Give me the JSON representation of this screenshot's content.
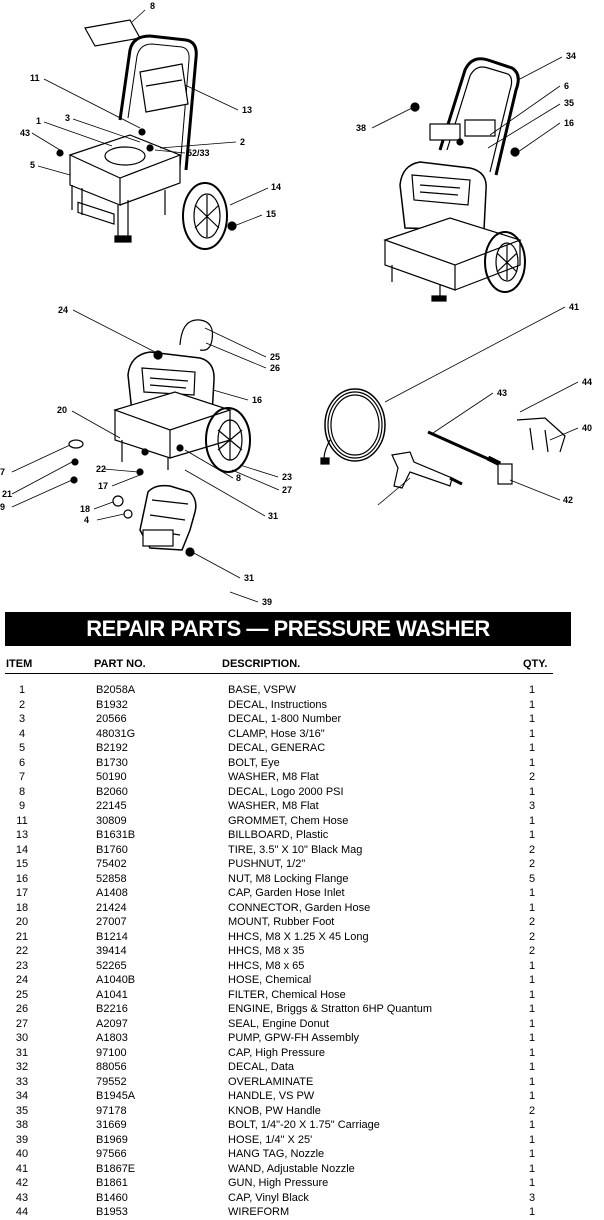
{
  "diagram": {
    "callouts": [
      "8",
      "11",
      "3",
      "1",
      "43",
      "5",
      "13",
      "2",
      "52/33",
      "14",
      "15",
      "34",
      "38",
      "6",
      "35",
      "16",
      "24",
      "25",
      "26",
      "16",
      "20",
      "7",
      "21",
      "9",
      "22",
      "17",
      "18",
      "4",
      "8",
      "23",
      "27",
      "31",
      "31",
      "39",
      "41",
      "43",
      "44",
      "40",
      "42"
    ]
  },
  "banner": {
    "title": "REPAIR PARTS — PRESSURE WASHER"
  },
  "table": {
    "headers": {
      "item": "ITEM",
      "part": "PART NO.",
      "desc": "DESCRIPTION.",
      "qty": "QTY."
    },
    "rows": [
      {
        "item": "1",
        "part": "B2058A",
        "desc": "BASE, VSPW",
        "qty": "1"
      },
      {
        "item": "2",
        "part": "B1932",
        "desc": "DECAL, Instructions",
        "qty": "1"
      },
      {
        "item": "3",
        "part": "20566",
        "desc": "DECAL, 1-800 Number",
        "qty": "1"
      },
      {
        "item": "4",
        "part": "48031G",
        "desc": "CLAMP, Hose 3/16\"",
        "qty": "1"
      },
      {
        "item": "5",
        "part": "B2192",
        "desc": "DECAL, GENERAC",
        "qty": "1"
      },
      {
        "item": "6",
        "part": "B1730",
        "desc": "BOLT, Eye",
        "qty": "1"
      },
      {
        "item": "7",
        "part": "50190",
        "desc": "WASHER, M8 Flat",
        "qty": "2"
      },
      {
        "item": "8",
        "part": "B2060",
        "desc": "DECAL, Logo 2000 PSI",
        "qty": "1"
      },
      {
        "item": "9",
        "part": "22145",
        "desc": "WASHER, M8 Flat",
        "qty": "3"
      },
      {
        "item": "11",
        "part": "30809",
        "desc": "GROMMET, Chem Hose",
        "qty": "1"
      },
      {
        "item": "13",
        "part": "B1631B",
        "desc": "BILLBOARD, Plastic",
        "qty": "1"
      },
      {
        "item": "14",
        "part": "B1760",
        "desc": "TIRE, 3.5\" X 10\" Black Mag",
        "qty": "2"
      },
      {
        "item": "15",
        "part": "75402",
        "desc": "PUSHNUT, 1/2\"",
        "qty": "2"
      },
      {
        "item": "16",
        "part": "52858",
        "desc": "NUT, M8 Locking Flange",
        "qty": "5"
      },
      {
        "item": "17",
        "part": "A1408",
        "desc": "CAP, Garden Hose Inlet",
        "qty": "1"
      },
      {
        "item": "18",
        "part": "21424",
        "desc": "CONNECTOR, Garden Hose",
        "qty": "1"
      },
      {
        "item": "20",
        "part": "27007",
        "desc": "MOUNT, Rubber Foot",
        "qty": "2"
      },
      {
        "item": "21",
        "part": "B1214",
        "desc": "HHCS, M8 X 1.25 X 45 Long",
        "qty": "2"
      },
      {
        "item": "22",
        "part": "39414",
        "desc": "HHCS, M8 x 35",
        "qty": "2"
      },
      {
        "item": "23",
        "part": "52265",
        "desc": "HHCS, M8 x 65",
        "qty": "1"
      },
      {
        "item": "24",
        "part": "A1040B",
        "desc": "HOSE, Chemical",
        "qty": "1"
      },
      {
        "item": "25",
        "part": "A1041",
        "desc": "FILTER, Chemical Hose",
        "qty": "1"
      },
      {
        "item": "26",
        "part": "B2216",
        "desc": "ENGINE, Briggs & Stratton 6HP Quantum",
        "qty": "1"
      },
      {
        "item": "27",
        "part": "A2097",
        "desc": "SEAL, Engine Donut",
        "qty": "1"
      },
      {
        "item": "30",
        "part": "A1803",
        "desc": "PUMP, GPW-FH Assembly",
        "qty": "1"
      },
      {
        "item": "31",
        "part": "97100",
        "desc": "CAP, High Pressure",
        "qty": "1"
      },
      {
        "item": "32",
        "part": "88056",
        "desc": "DECAL, Data",
        "qty": "1"
      },
      {
        "item": "33",
        "part": "79552",
        "desc": "OVERLAMINATE",
        "qty": "1"
      },
      {
        "item": "34",
        "part": "B1945A",
        "desc": "HANDLE, VS PW",
        "qty": "1"
      },
      {
        "item": "35",
        "part": "97178",
        "desc": "KNOB, PW Handle",
        "qty": "2"
      },
      {
        "item": "38",
        "part": "31669",
        "desc": "BOLT, 1/4\"-20 X 1.75\" Carriage",
        "qty": "1"
      },
      {
        "item": "39",
        "part": "B1969",
        "desc": "HOSE, 1/4\" X 25'",
        "qty": "1"
      },
      {
        "item": "40",
        "part": "97566",
        "desc": "HANG TAG, Nozzle",
        "qty": "1"
      },
      {
        "item": "41",
        "part": "B1867E",
        "desc": "WAND, Adjustable Nozzle",
        "qty": "1"
      },
      {
        "item": "42",
        "part": "B1861",
        "desc": "GUN, High Pressure",
        "qty": "1"
      },
      {
        "item": "43",
        "part": "B1460",
        "desc": "CAP, Vinyl Black",
        "qty": "3"
      },
      {
        "item": "44",
        "part": "B1953",
        "desc": "WIREFORM",
        "qty": "1"
      }
    ]
  }
}
